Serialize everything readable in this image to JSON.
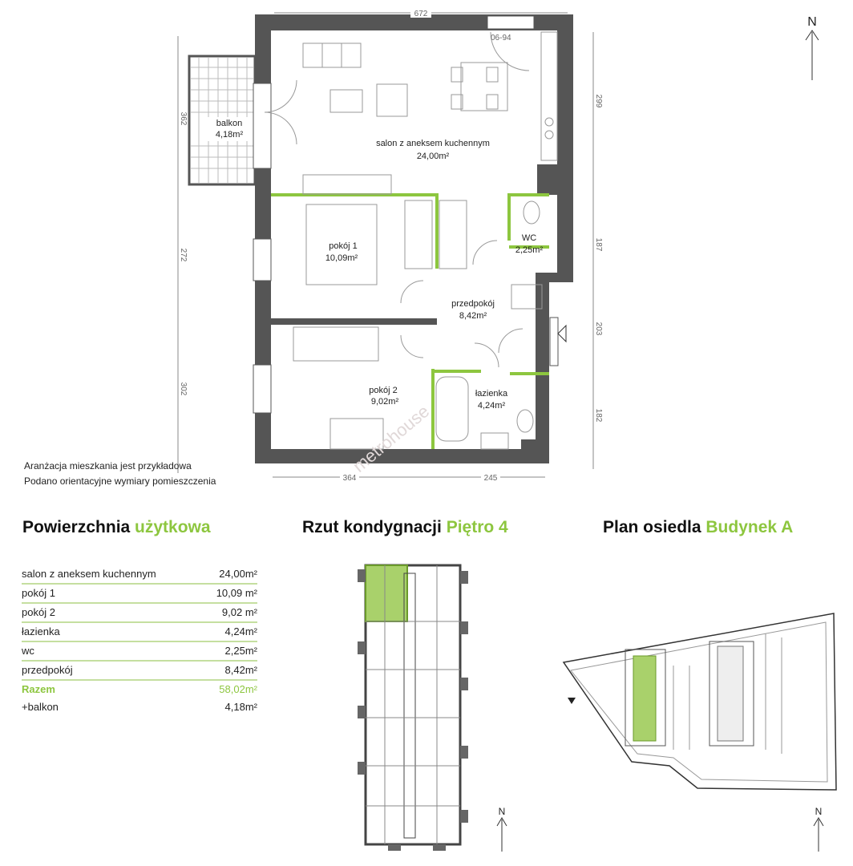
{
  "plan": {
    "rooms": {
      "salon": {
        "name": "salon z aneksem kuchennym",
        "area": "24,00m²"
      },
      "pokoj1": {
        "name": "pokój 1",
        "area": "10,09m²"
      },
      "pokoj2": {
        "name": "pokój 2",
        "area": "9,02m²"
      },
      "wc": {
        "name": "WC",
        "area": "2,25m²"
      },
      "przedpokoj": {
        "name": "przedpokój",
        "area": "8,42m²"
      },
      "lazienka": {
        "name": "łazienka",
        "area": "4,24m²"
      },
      "balkon": {
        "name": "balkon",
        "area": "4,18m²"
      }
    },
    "dimensions": {
      "top": "672",
      "left1": "362",
      "left2": "272",
      "left3": "302",
      "right1": "299",
      "right2": "187",
      "right3": "203",
      "right4": "182",
      "bottom1": "364",
      "bottom2": "245"
    },
    "window_label": "06-94",
    "watermark": "metrohouse",
    "north": "N"
  },
  "notes": [
    "Aranżacja mieszkania jest przykładowa",
    "Podano orientacyjne wymiary pomieszczenia"
  ],
  "sections": {
    "area": {
      "title": "Powierzchnia",
      "accent": "użytkowa"
    },
    "floor": {
      "title": "Rzut kondygnacji",
      "accent": "Piętro 4"
    },
    "site": {
      "title": "Plan osiedla",
      "accent": "Budynek A"
    }
  },
  "area_table": {
    "rows": [
      {
        "name": "salon z aneksem kuchennym",
        "value": "24,00m²"
      },
      {
        "name": "pokój 1",
        "value": "10,09 m²"
      },
      {
        "name": "pokój 2",
        "value": "9,02 m²"
      },
      {
        "name": "łazienka",
        "value": "4,24m²"
      },
      {
        "name": "wc",
        "value": "2,25m²"
      },
      {
        "name": "przedpokój",
        "value": "8,42m²"
      }
    ],
    "total": {
      "name": "Razem",
      "value": "58,02m²"
    },
    "extra": {
      "name": "+balkon",
      "value": "4,18m²"
    }
  },
  "colors": {
    "accent": "#8dc63f",
    "wall": "#555555"
  }
}
